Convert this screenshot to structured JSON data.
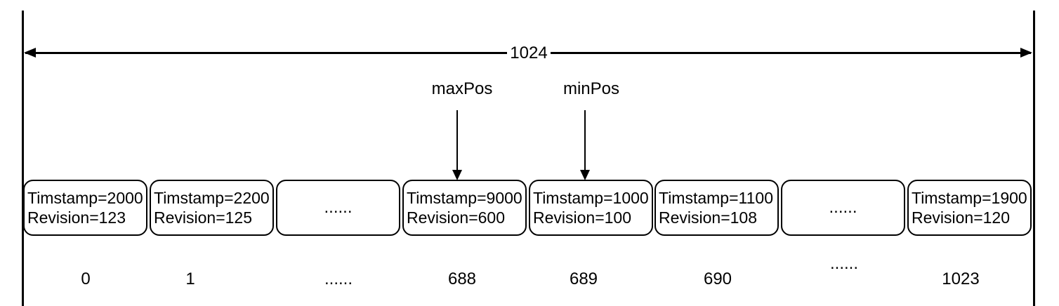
{
  "diagram": {
    "total_slots_label": "1024",
    "pointers": {
      "max_label": "maxPos",
      "min_label": "minPos"
    },
    "slots": [
      {
        "line1": "Timstamp=2000",
        "line2": "Revision=123",
        "index": "0"
      },
      {
        "line1": "Timstamp=2200",
        "line2": "Revision=125",
        "index": "1"
      },
      {
        "ellipsis": "......",
        "index": "......"
      },
      {
        "line1": "Timstamp=9000",
        "line2": "Revision=600",
        "index": "688"
      },
      {
        "line1": "Timstamp=1000",
        "line2": "Revision=100",
        "index": "689"
      },
      {
        "line1": "Timstamp=1100",
        "line2": "Revision=108",
        "index": "690"
      },
      {
        "ellipsis": "......",
        "index": "......"
      },
      {
        "line1": "Timstamp=1900",
        "line2": "Revision=120",
        "index": "1023"
      }
    ],
    "colors": {
      "stroke": "#000000",
      "background": "#ffffff",
      "box_fill": "#ffffff"
    }
  }
}
